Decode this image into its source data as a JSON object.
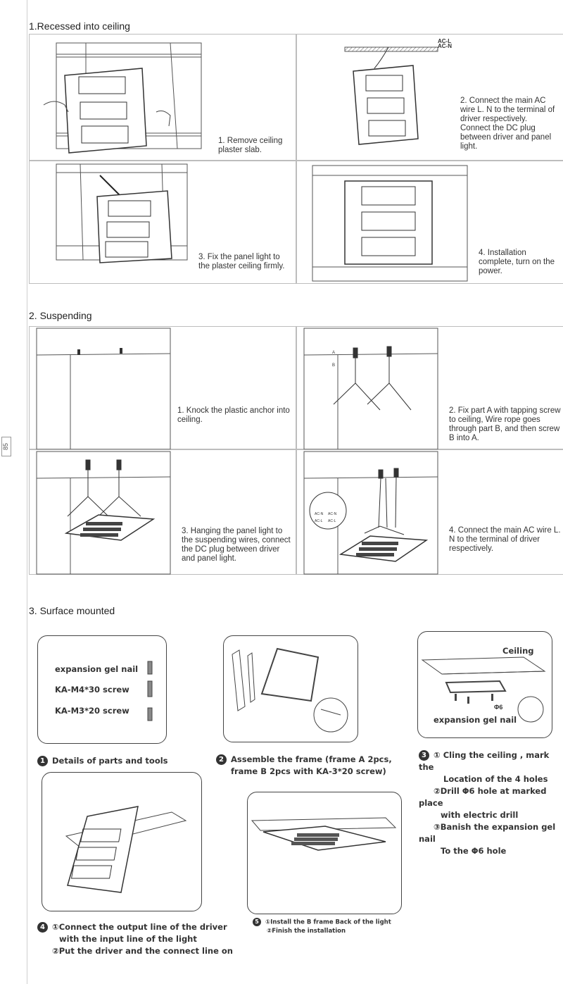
{
  "page_number": "85",
  "section1": {
    "title": "1.Recessed into ceiling",
    "steps": [
      "1. Remove ceiling plaster slab.",
      "2. Connect the main AC wire L. N to the terminal of driver respectively. Connect the DC plug between driver and panel light.",
      "3. Fix the panel light to the plaster ceiling firmly.",
      "4. Installation complete, turn on the power."
    ],
    "wire_labels": [
      "AC-L",
      "AC-N"
    ]
  },
  "section2": {
    "title": "2. Suspending",
    "steps": [
      "1. Knock the plastic anchor into ceiling.",
      "2. Fix part A with tapping screw to ceiling, Wire rope goes through part B, and then screw B into A.",
      "3. Hanging the panel light to the suspending wires, connect the DC plug between driver and panel light.",
      "4. Connect the main AC wire L. N to the terminal of driver respectively."
    ],
    "part_labels": [
      "A",
      "B"
    ],
    "terminal_labels": [
      "AC-N",
      "AC-N",
      "AC-L",
      "AC-L"
    ]
  },
  "section3": {
    "title": "3. Surface mounted",
    "parts": [
      "expansion gel nail",
      "KA-M4*30  screw",
      "KA-M3*20  screw"
    ],
    "ceiling_label": "Ceiling",
    "hole_label": "Φ6",
    "nail_label": "expansion  gel nail",
    "steps": [
      {
        "num": "1",
        "lines": [
          "Details of parts and tools"
        ]
      },
      {
        "num": "2",
        "lines": [
          "Assemble the frame (frame A 2pcs,",
          "frame B 2pcs with KA-3*20 screw)"
        ]
      },
      {
        "num": "3",
        "lines": [
          "① Cling the ceiling , mark  the",
          "Location of the 4 holes",
          "②Drill Φ6 hole at marked place",
          "with electric drill",
          "③Banish the expansion gel nail",
          "To the  Φ6 hole"
        ]
      },
      {
        "num": "4",
        "lines": [
          "①Connect the output line of the driver",
          "with the input line of the light",
          "②Put the driver and the connect line on"
        ]
      },
      {
        "num": "5",
        "lines": [
          "①Install the B frame  Back of the light",
          "②Finish the installation"
        ]
      }
    ]
  }
}
